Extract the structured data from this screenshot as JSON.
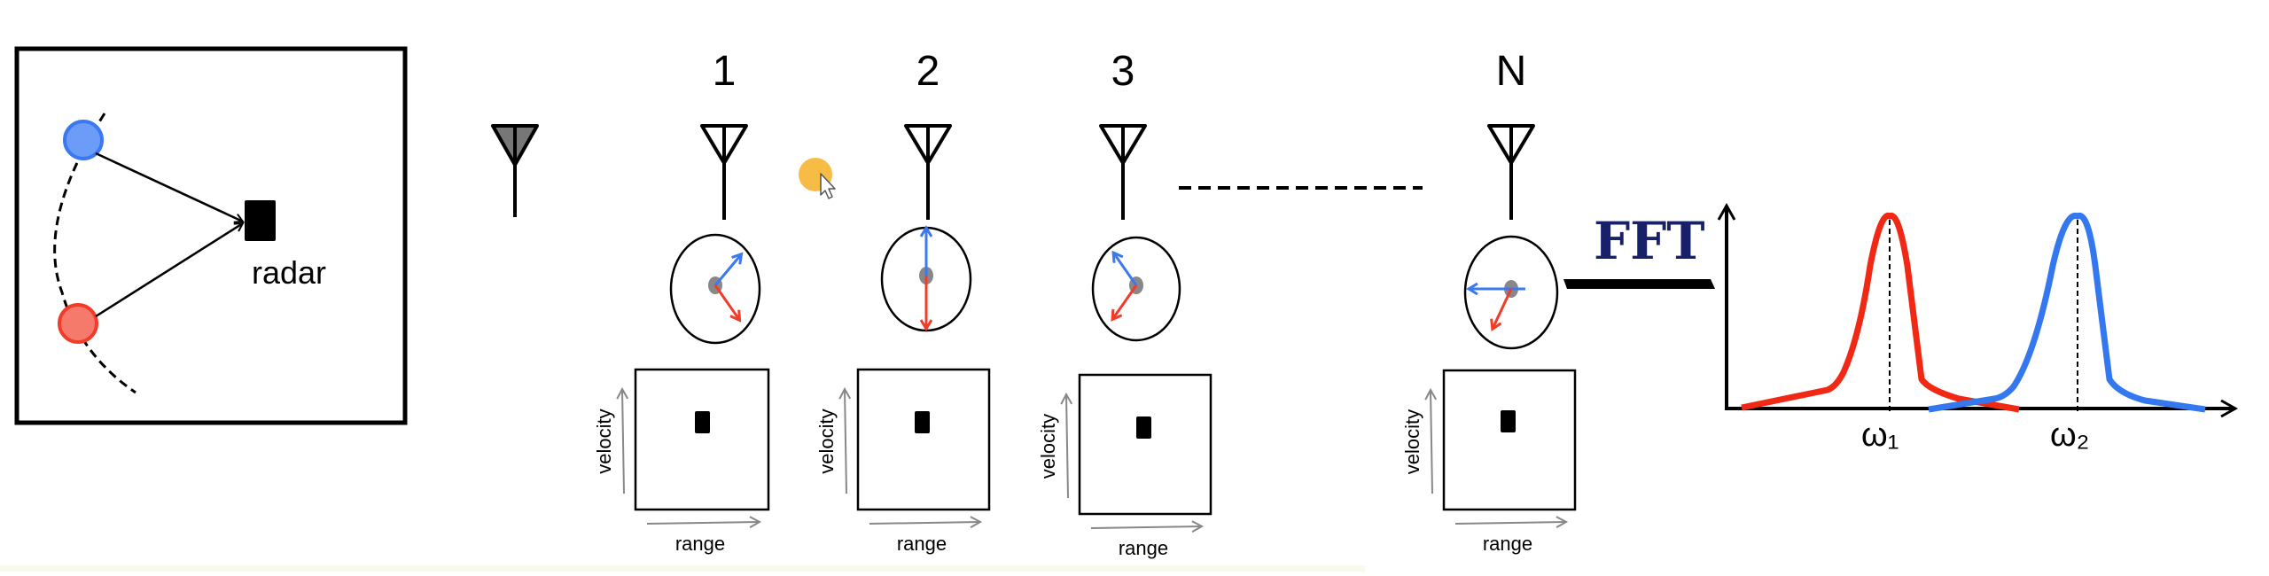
{
  "scene": {
    "radar_label": "radar",
    "target_colors": {
      "blue": "#3c78f0",
      "red": "#f03c28"
    },
    "antenna_labels": [
      "1",
      "2",
      "3",
      "N"
    ],
    "transmitter": "tx-antenna",
    "antennas": [
      {
        "label": "1",
        "blue_angle_deg": -50,
        "red_angle_deg": 55
      },
      {
        "label": "2",
        "blue_angle_deg": -90,
        "red_angle_deg": 90
      },
      {
        "label": "3",
        "blue_angle_deg": -125,
        "red_angle_deg": 125
      },
      {
        "label": "N",
        "blue_angle_deg": 180,
        "red_angle_deg": 115
      }
    ],
    "rv_map": {
      "xlabel": "range",
      "ylabel": "velocity"
    },
    "fft_label": "FFT",
    "spectrum": {
      "peak_labels": [
        "ω₁",
        "ω₂"
      ],
      "peak_colors": [
        "#f02814",
        "#3478f0"
      ]
    },
    "title_color": "#18206a"
  }
}
